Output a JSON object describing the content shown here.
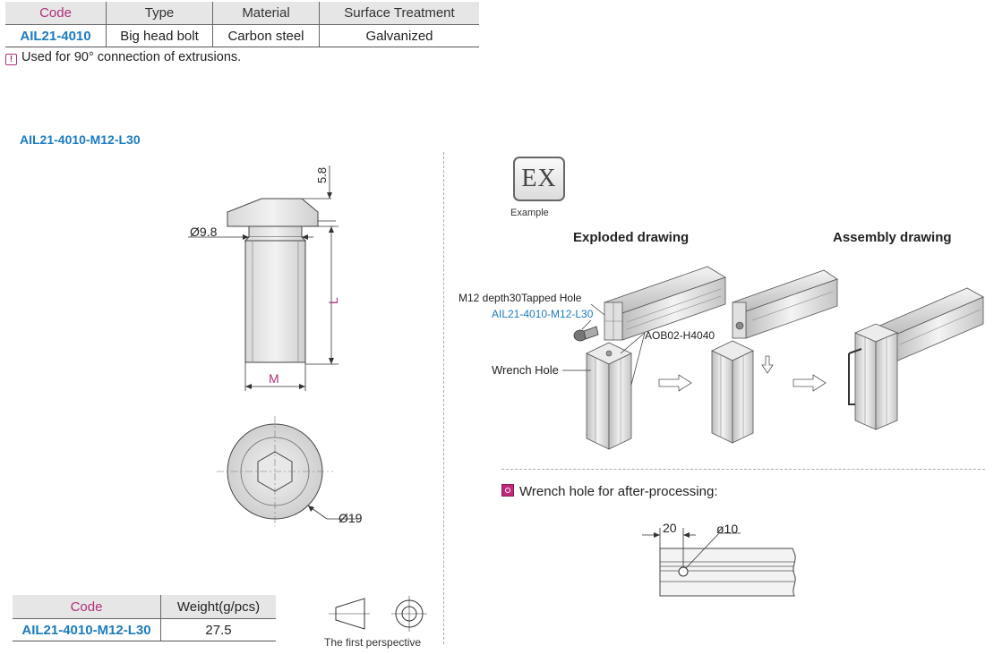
{
  "spec_table": {
    "headers": [
      "Code",
      "Type",
      "Material",
      "Surface Treatment"
    ],
    "row": [
      "AIL21-4010",
      "Big head bolt",
      "Carbon steel",
      "Galvanized"
    ]
  },
  "note": "Used for 90° connection of extrusions.",
  "part_title": "AIL21-4010-M12-L30",
  "dimensions": {
    "head_h": "5.8",
    "shank_d": "Ø9.8",
    "length": "L",
    "thread": "M",
    "head_d": "Ø19"
  },
  "weight_table": {
    "headers": [
      "Code",
      "Weight(g/pcs)"
    ],
    "row": [
      "AIL21-4010-M12-L30",
      "27.5"
    ]
  },
  "perspective_label": "The first perspective",
  "example": {
    "badge": "EX",
    "badge_label": "Example",
    "exploded_title": "Exploded drawing",
    "assembly_title": "Assembly drawing",
    "label_tapped": "M12 depth30Tapped Hole",
    "label_bolt": "AIL21-4010-M12-L30",
    "label_profile": "AOB02-H4040",
    "label_wrench": "Wrench Hole"
  },
  "wrench_note": "Wrench hole for after-processing:",
  "wrench_dims": {
    "offset": "20",
    "diameter": "ø10"
  },
  "colors": {
    "code_magenta": "#b0307a",
    "code_blue": "#1a7bbf",
    "bullet": "#c2287a"
  }
}
